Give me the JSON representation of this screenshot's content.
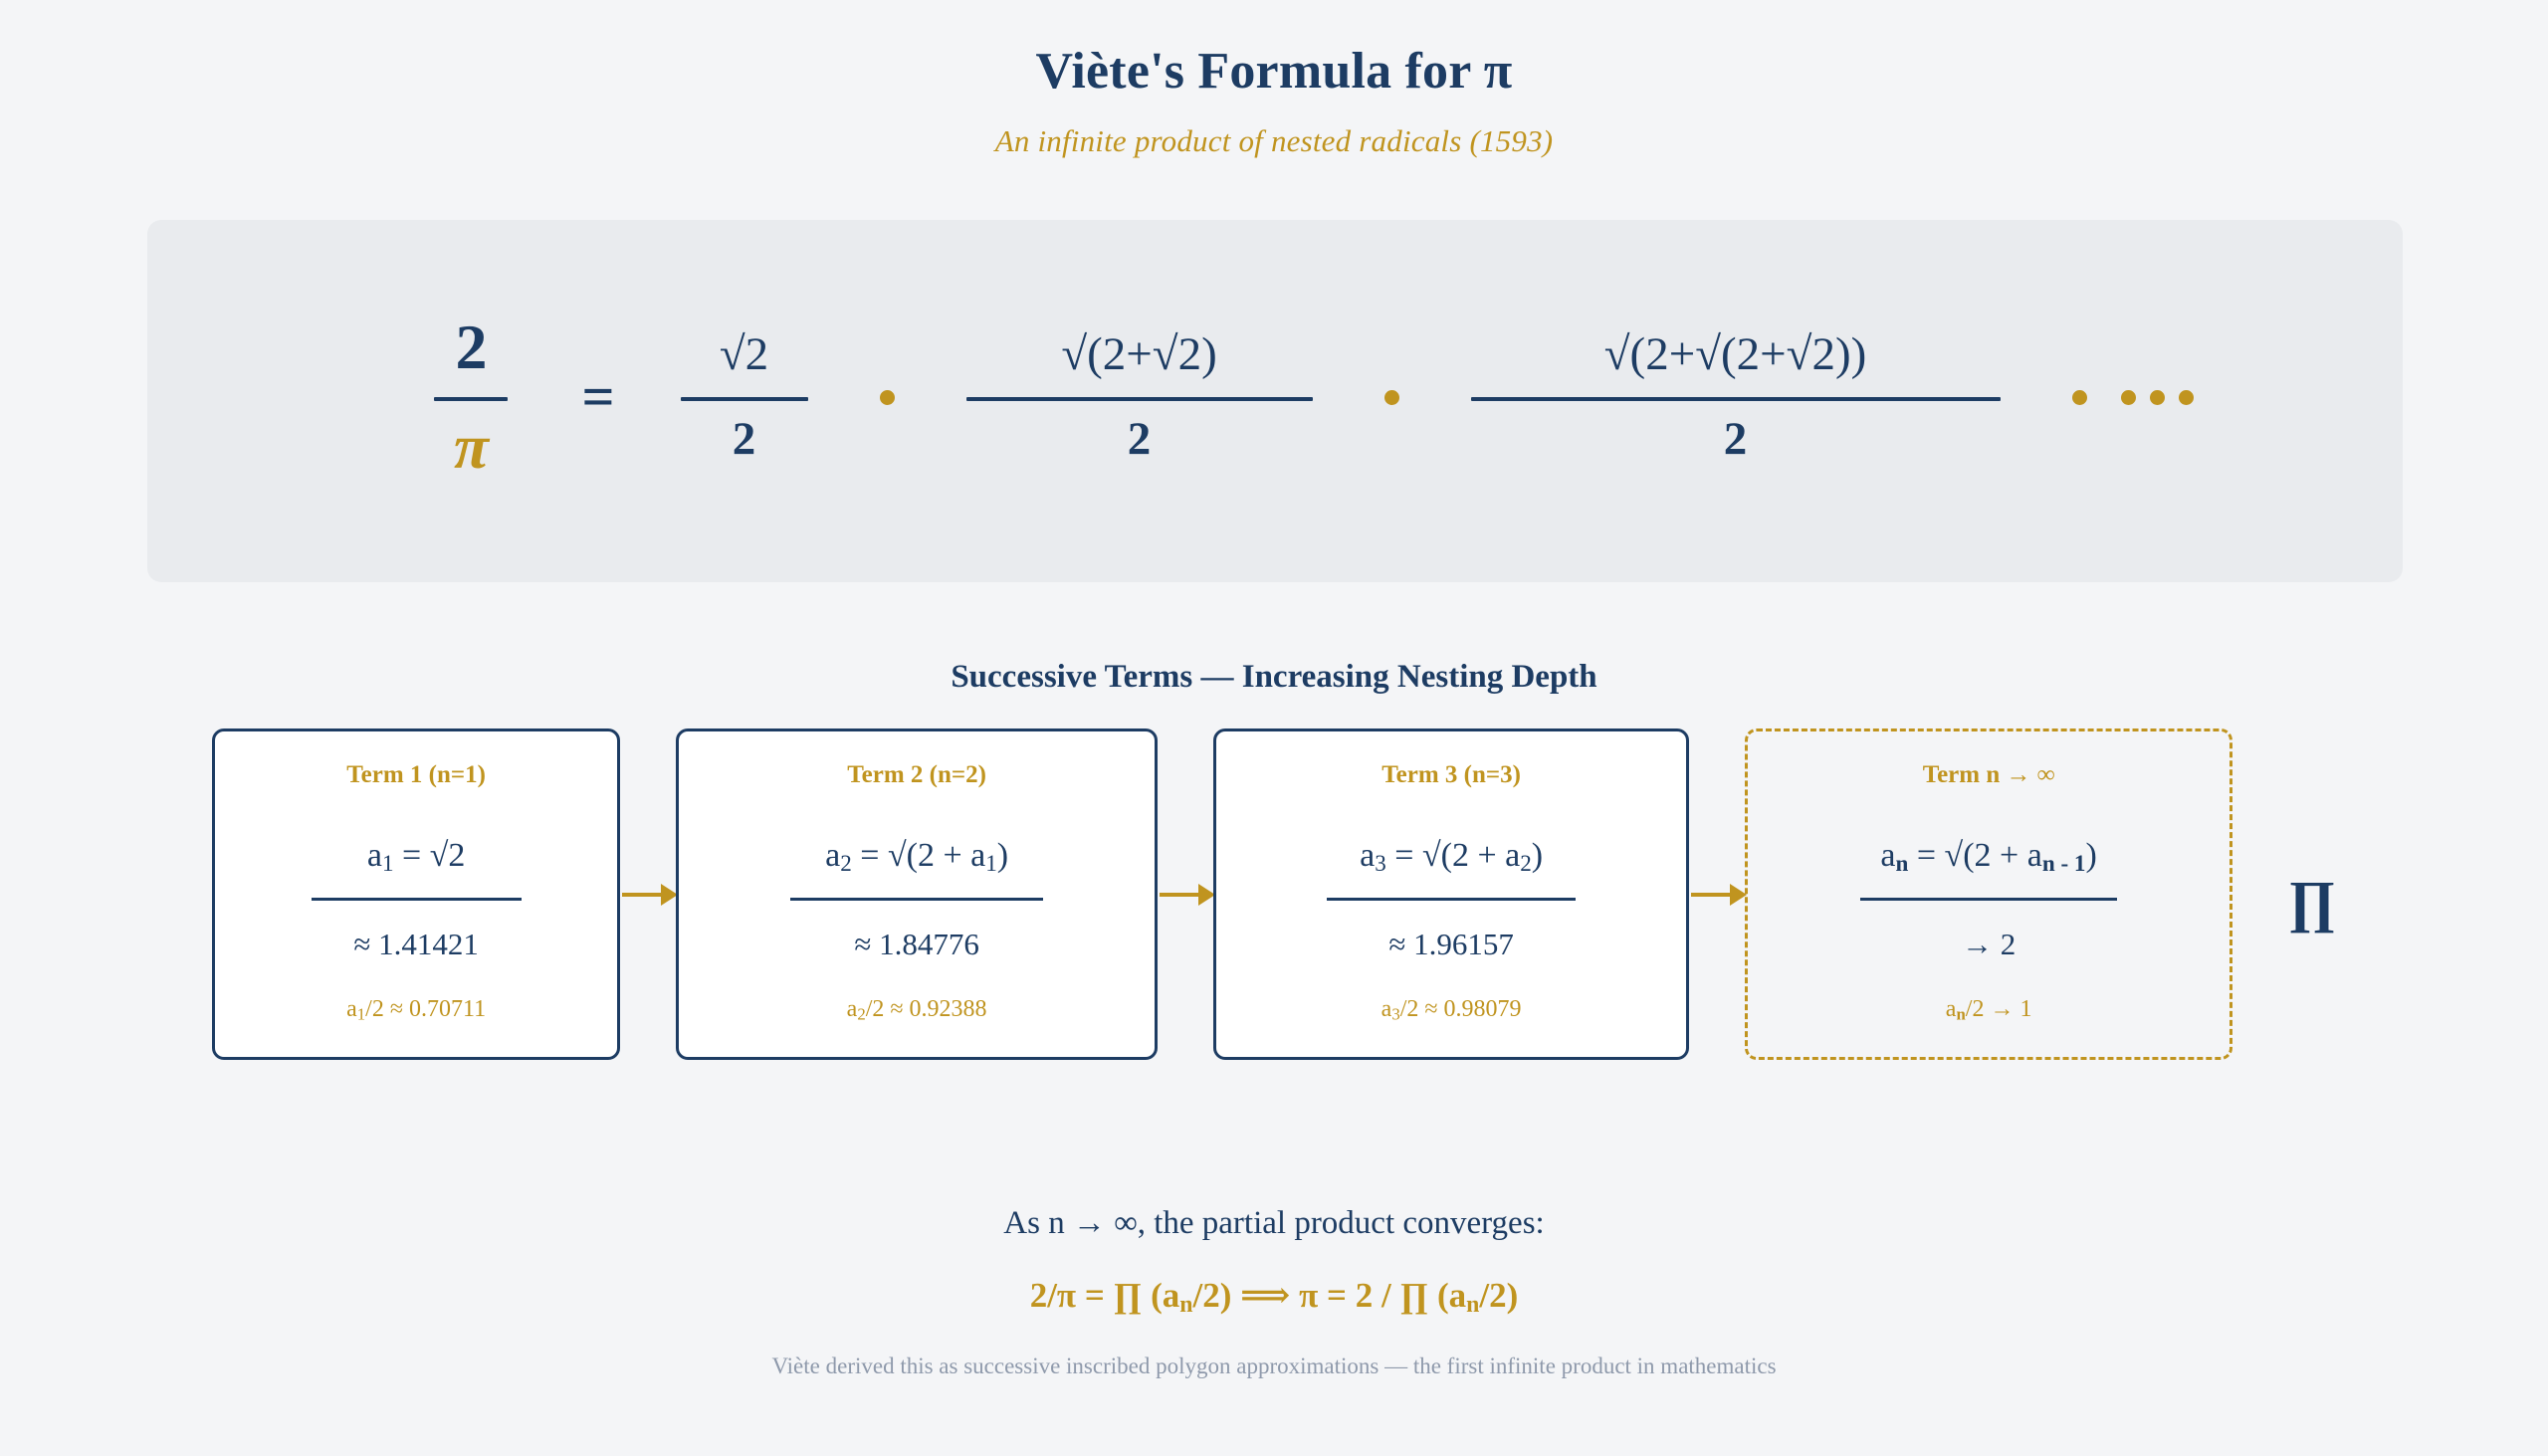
{
  "header": {
    "title": "Viète's Formula for π",
    "subtitle": "An infinite product of nested radicals (1593)"
  },
  "formula_banner": {
    "left_fraction": {
      "numerator": "2",
      "denominator": "π"
    },
    "equals": "=",
    "terms": [
      {
        "numerator": "√2",
        "denominator": "2"
      },
      {
        "numerator": "√(2+√2)",
        "denominator": "2"
      },
      {
        "numerator": "√(2+√(2+√2))",
        "denominator": "2"
      }
    ],
    "operator": "·",
    "ellipsis": "· · · ·"
  },
  "section": {
    "title": "Successive Terms — Increasing Nesting Depth"
  },
  "cards": [
    {
      "title": "Term 1 (n=1)",
      "formula_prefix": "a",
      "formula_sub": "1",
      "formula_rest": " = √2",
      "value": "≈ 1.41421",
      "ratio_prefix": "a",
      "ratio_sub": "1",
      "ratio_rest": "/2 ≈ 0.70711"
    },
    {
      "title": "Term 2 (n=2)",
      "formula_prefix": "a",
      "formula_sub": "2",
      "formula_rest": " = √(2 + a",
      "formula_sub2": "1",
      "formula_tail": ")",
      "value": "≈ 1.84776",
      "ratio_prefix": "a",
      "ratio_sub": "2",
      "ratio_rest": "/2 ≈ 0.92388"
    },
    {
      "title": "Term 3 (n=3)",
      "formula_prefix": "a",
      "formula_sub": "3",
      "formula_rest": " = √(2 + a",
      "formula_sub2": "2",
      "formula_tail": ")",
      "value": "≈ 1.96157",
      "ratio_prefix": "a",
      "ratio_sub": "3",
      "ratio_rest": "/2 ≈ 0.98079"
    },
    {
      "title": "Term n → ∞",
      "formula_prefix": "a",
      "formula_sub": "n",
      "formula_rest": " = √(2 + a",
      "formula_sub2": "n - 1",
      "formula_tail": ")",
      "value": "→ 2",
      "ratio_prefix": "a",
      "ratio_sub": "n",
      "ratio_rest": "/2 → 1"
    }
  ],
  "product_symbol": "∏",
  "conclusion": {
    "line": "As n → ∞, the partial product converges:",
    "formula_part1": "2/π = ∏ (a",
    "formula_sub1": "n",
    "formula_part2": "/2) ⟹ π = 2 / ∏ (a",
    "formula_sub2": "n",
    "formula_part3": "/2)"
  },
  "footnote": "Viète derived this as successive inscribed polygon approximations — the first infinite product in mathematics"
}
